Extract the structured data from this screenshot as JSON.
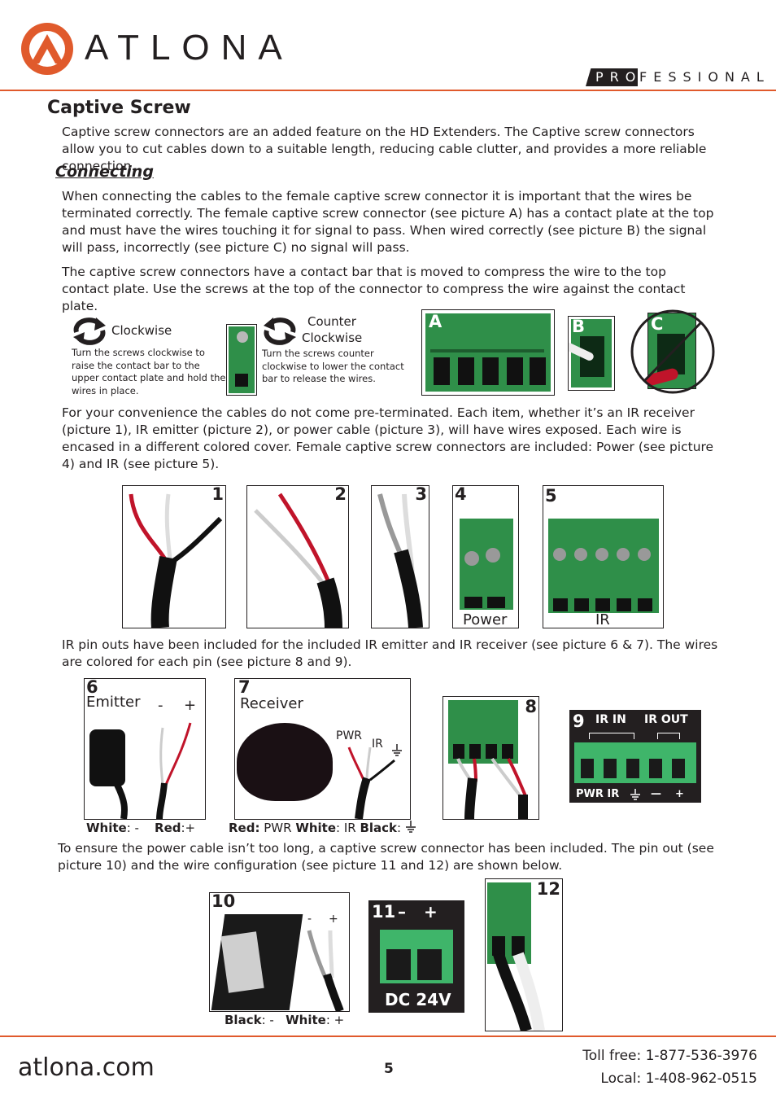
{
  "header": {
    "brand": "ATLONA",
    "tagline_pro": "PRO",
    "tagline_rest": "FESSIONAL",
    "colors": {
      "accent": "#e05a2c",
      "text": "#231f20",
      "connector_green": "#2f8f49"
    }
  },
  "section": {
    "title": "Captive Screw",
    "intro": "Captive screw connectors are an added feature on the HD Extenders. The Captive screw connectors allow you to cut cables down to a suitable length, reducing cable clutter, and provides a more reliable connection.",
    "subtitle": "Connecting",
    "para1": "When connecting the cables to the female captive screw connector it is important that the wires be terminated correctly. The female captive screw connector (see picture A) has a contact plate at the top and must have the wires touching it for signal to pass. When wired correctly (see picture B) the signal will pass, incorrectly (see picture C) no signal will pass.",
    "para2": "The captive screw connectors have a contact bar that is moved to compress the wire to the top contact plate. Use the screws at the top of the connector to compress the wire against the contact plate.",
    "para3": "For your convenience the cables do not come pre-terminated. Each item, whether it’s an IR receiver (picture 1), IR emitter (picture 2), or power cable (picture 3), will have wires exposed. Each wire is encased in a different colored cover. Female captive screw connectors are included: Power (see picture 4) and IR (see picture 5).",
    "para4": "IR pin outs have been included for the included IR emitter and IR receiver (see picture 6 & 7). The wires are colored for each pin (see picture 8 and 9).",
    "para5": "To ensure the power cable isn’t too long, a captive screw connector has been included. The pin out (see picture 10) and the wire configuration (see picture 11 and 12) are shown below."
  },
  "rotation": {
    "clockwise_label": "Clockwise",
    "clockwise_desc": "Turn the screws clockwise to raise the contact bar to the upper contact plate and hold the wires in place.",
    "counter_label_1": "Counter",
    "counter_label_2": "Clockwise",
    "counter_desc": "Turn the screws counter clockwise to lower the contact bar to release the wires."
  },
  "pictures": {
    "a": "A",
    "b": "B",
    "c": "C",
    "p1": "1",
    "p2": "2",
    "p3": "3",
    "p4": "4",
    "p5": "5",
    "p4_label": "Power",
    "p5_label": "IR",
    "p6": "6",
    "p6_label": "Emitter",
    "p6_minus": "-",
    "p6_plus": "+",
    "p7": "7",
    "p7_label": "Receiver",
    "p7_pwr": "PWR",
    "p7_ir": "IR",
    "p8": "8",
    "p9": "9",
    "p9_ir_in": "IR IN",
    "p9_ir_out": "IR OUT",
    "p9_bottom": "PWR IR",
    "p9_minus": "—",
    "p9_plus": "+",
    "p10": "10",
    "p10_minus": "-",
    "p10_plus": "+",
    "p11": "11",
    "p11_minus": "–",
    "p11_plus": "+",
    "p11_dc": "DC 24V",
    "p12": "12"
  },
  "captions": {
    "emitter_white": "White",
    "emitter_white_val": ": -",
    "emitter_red": "Red",
    "emitter_red_val": ":+",
    "receiver_red": "Red:",
    "receiver_red_val": " PWR ",
    "receiver_white": "White",
    "receiver_white_val": ": IR ",
    "receiver_black": "Black",
    "receiver_black_val": ":",
    "power_black": "Black",
    "power_black_val": ": -",
    "power_white": "White",
    "power_white_val": ": +"
  },
  "footer": {
    "site": "atlona.com",
    "page": "5",
    "toll_free": "Toll free: 1-877-536-3976",
    "local": "Local: 1-408-962-0515"
  }
}
